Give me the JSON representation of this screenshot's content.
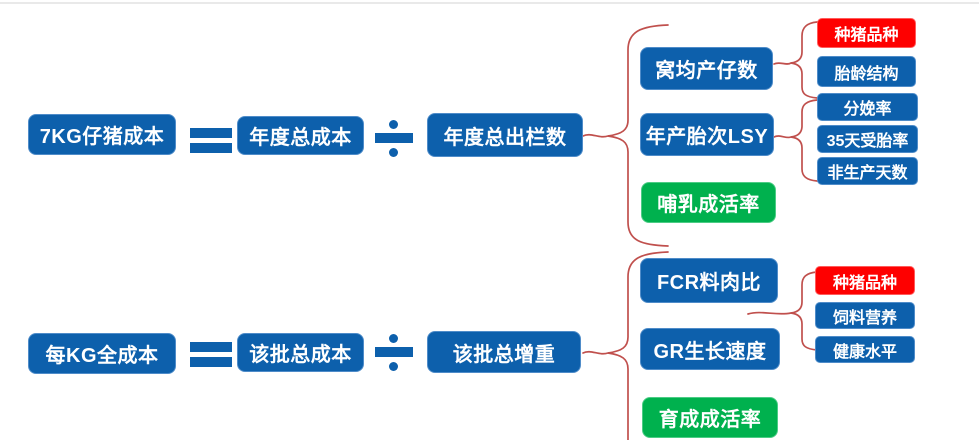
{
  "colors": {
    "node_blue": "#0d60ac",
    "node_red": "#fe0000",
    "node_green": "#00b14e",
    "connector_red": "#c0504d",
    "text_white": "#ffffff"
  },
  "operators": {
    "equals": "=",
    "divide": "÷"
  },
  "top_formula": {
    "result": "7KG仔猪成本",
    "numerator": "年度总成本",
    "denominator": "年度总出栏数",
    "drivers": [
      {
        "label": "窝均产仔数",
        "color": "blue"
      },
      {
        "label": "年产胎次LSY",
        "color": "blue"
      },
      {
        "label": "哺乳成活率",
        "color": "green"
      }
    ],
    "litter_factors": [
      {
        "label": "种猪品种",
        "color": "red"
      },
      {
        "label": "胎龄结构",
        "color": "blue"
      }
    ],
    "lsy_factors": [
      {
        "label": "分娩率",
        "color": "blue"
      },
      {
        "label": "35天受胎率",
        "color": "blue"
      },
      {
        "label": "非生产天数",
        "color": "blue"
      }
    ]
  },
  "bottom_formula": {
    "result": "每KG全成本",
    "numerator": "该批总成本",
    "denominator": "该批总增重",
    "drivers": [
      {
        "label": "FCR料肉比",
        "color": "blue"
      },
      {
        "label": "GR生长速度",
        "color": "blue"
      },
      {
        "label": "育成成活率",
        "color": "green"
      }
    ],
    "growth_factors": [
      {
        "label": "种猪品种",
        "color": "red"
      },
      {
        "label": "饲料营养",
        "color": "blue"
      },
      {
        "label": "健康水平",
        "color": "blue"
      }
    ]
  }
}
